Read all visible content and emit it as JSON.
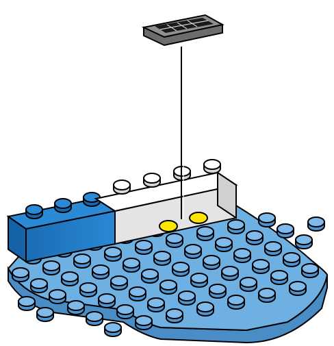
{
  "diagram": {
    "kind": "lego-build-instruction-step",
    "parts": [
      {
        "name": "light-blue-wedge-plate",
        "color": "#5b9fd6",
        "role": "base"
      },
      {
        "name": "dark-blue-brick-1x3",
        "color": "#1f79c4",
        "role": "placed"
      },
      {
        "name": "white-brick-1x4",
        "color": "#ffffff",
        "role": "placed"
      },
      {
        "name": "dark-gray-tile-2x4",
        "color": "#7a7a7a",
        "role": "new-part"
      }
    ],
    "highlight_color": "#ffe600",
    "highlighted_studs": 2,
    "guide_line": true
  }
}
